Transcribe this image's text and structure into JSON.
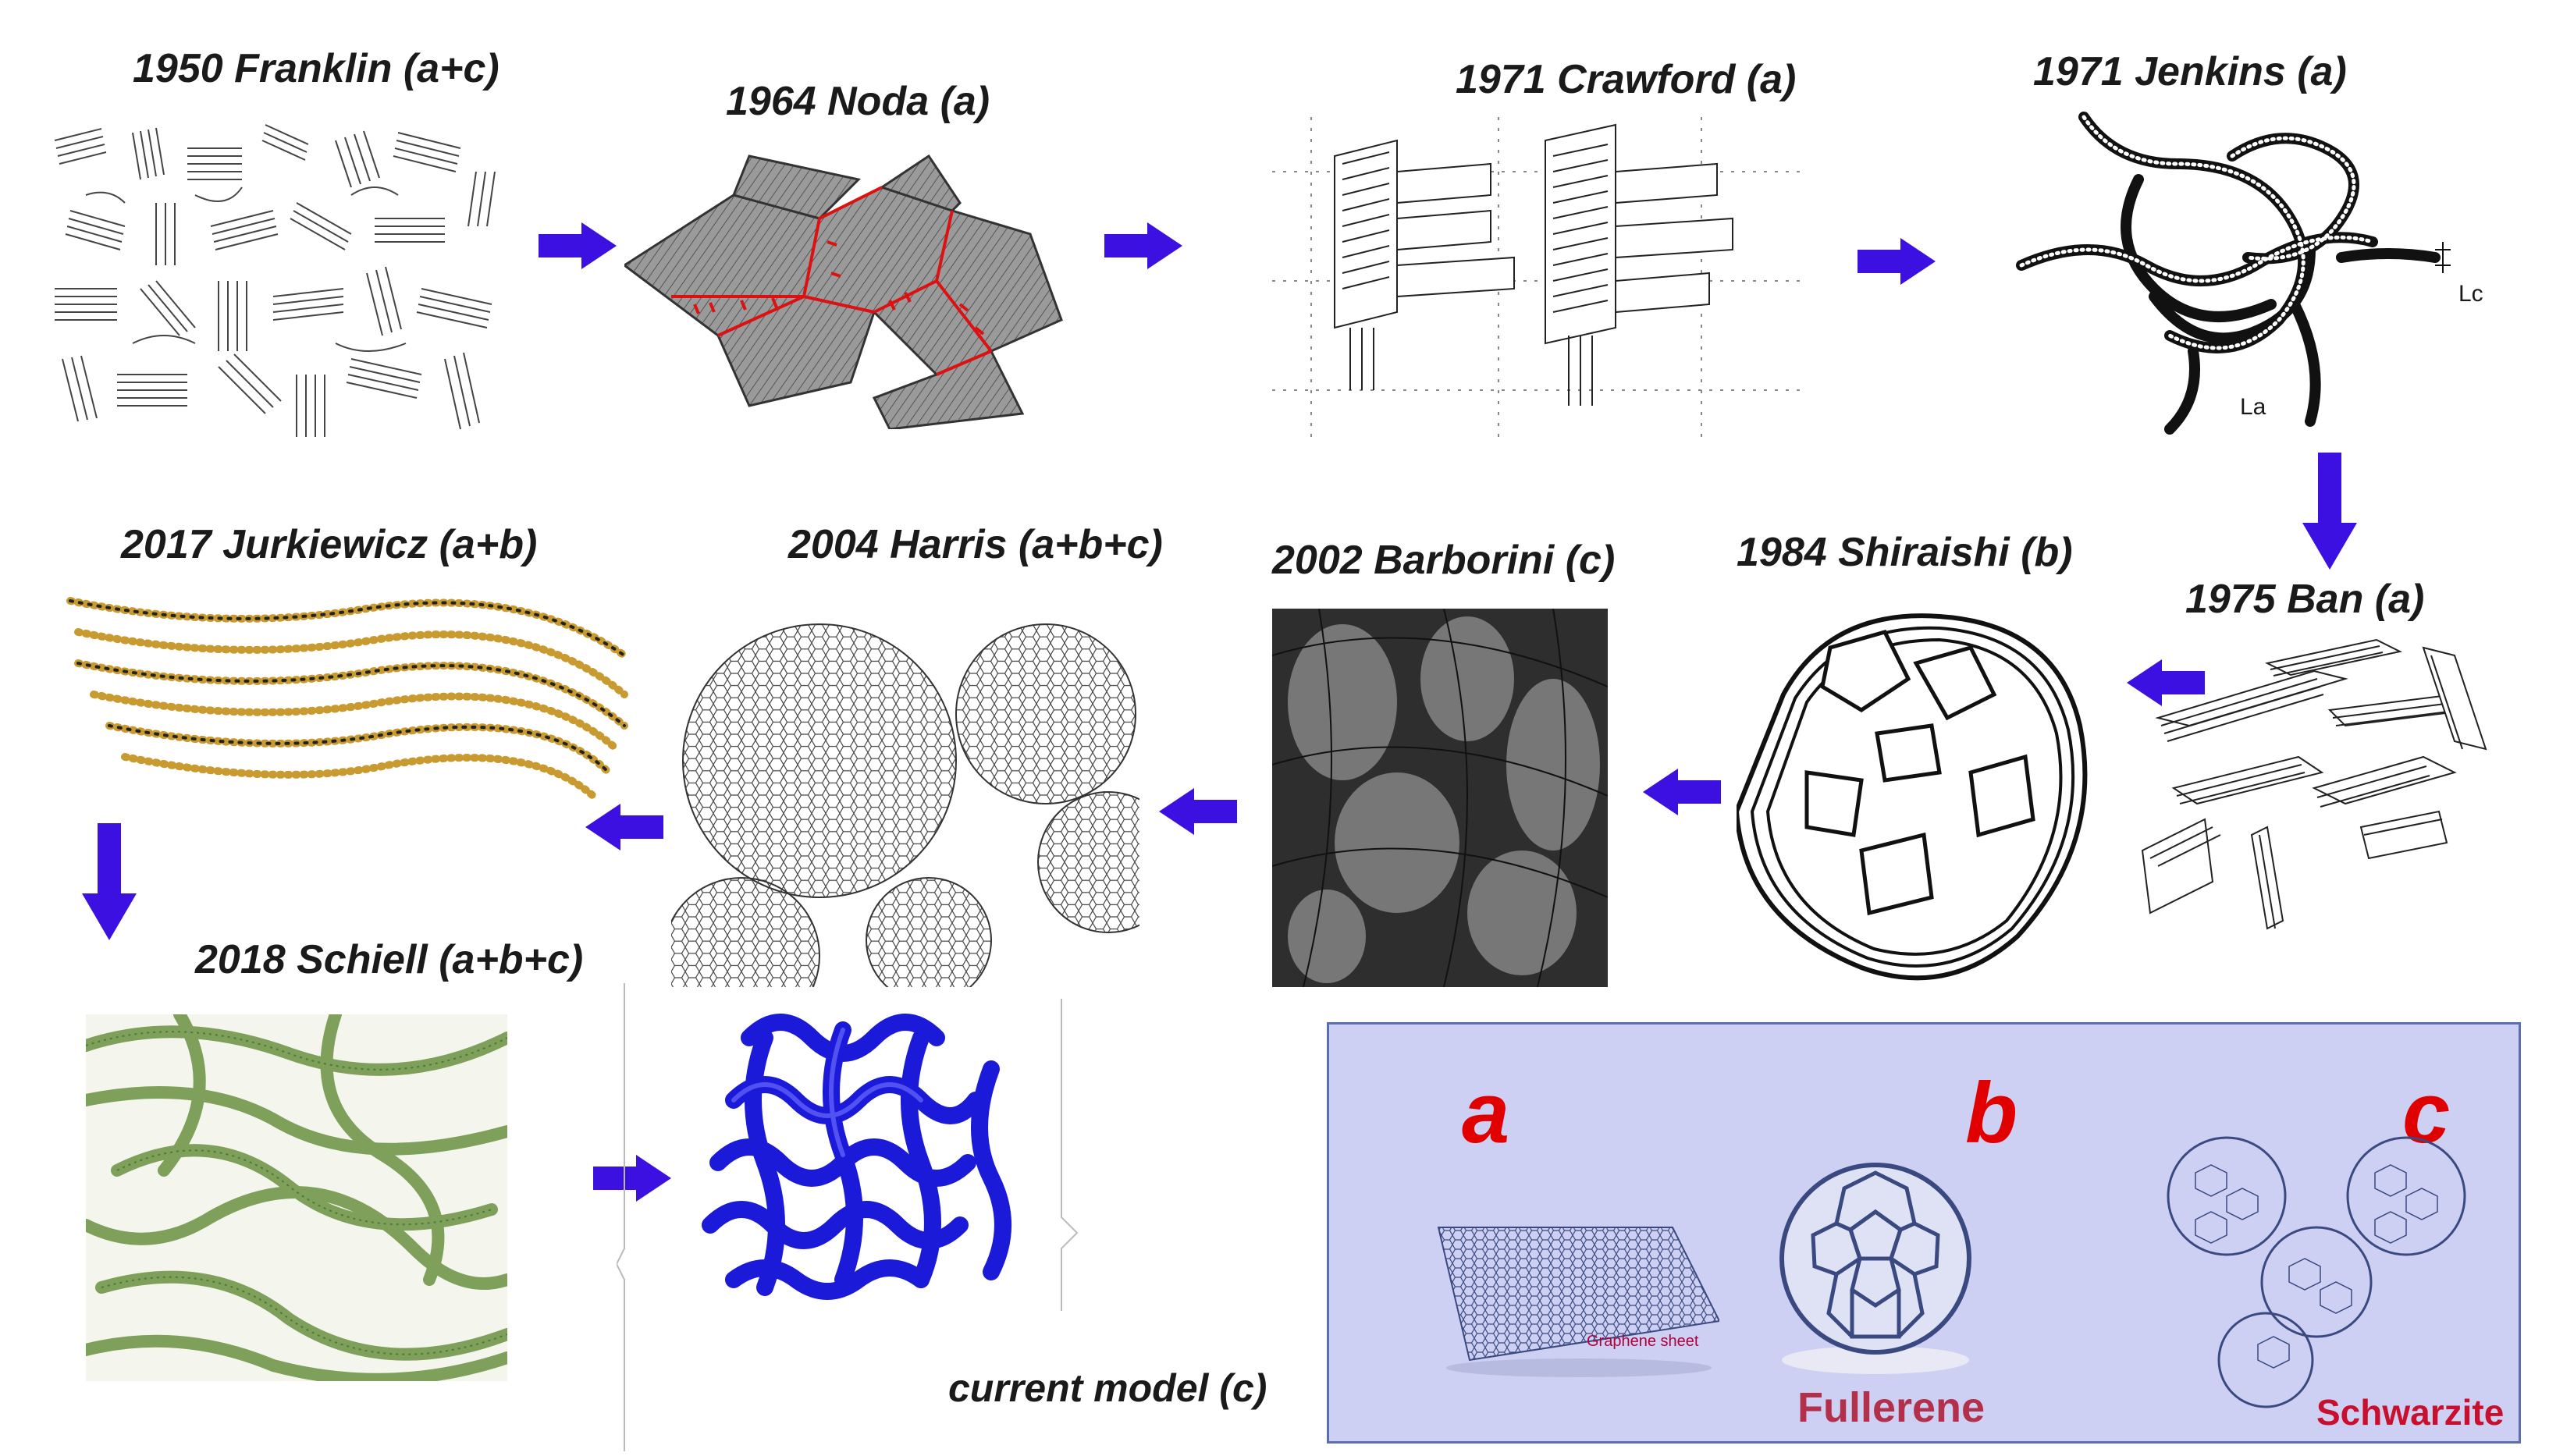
{
  "captions": {
    "franklin": "1950 Franklin (a+c)",
    "noda": "1964 Noda (a)",
    "crawford": "1971 Crawford (a)",
    "jenkins": "1971 Jenkins (a)",
    "ban": "1975 Ban (a)",
    "shiraishi": "1984 Shiraishi (b)",
    "barborini": "2002 Barborini (c)",
    "harris": "2004 Harris (a+b+c)",
    "jurkiewicz": "2017 Jurkiewicz (a+b)",
    "schiell": "2018 Schiell (a+b+c)",
    "current": "current model (c)"
  },
  "jenkins_labels": {
    "lc": "Lc",
    "la": "La"
  },
  "legend": {
    "letter_a": "a",
    "letter_b": "b",
    "letter_c": "c",
    "graphene": "Graphene sheet",
    "fullerene": "Fullerene",
    "schwarzite": "Schwarzite"
  },
  "colors": {
    "arrow": "#3b10e0",
    "legend_bg": "#cdd0f3",
    "legend_border": "#5b6fb0",
    "letter": "#e00000",
    "noda_red": "#dd1111",
    "current_model_blue": "#1a1ad8",
    "schiell_green": "#7ea05a"
  },
  "icons": [
    "arrow-right",
    "arrow-left",
    "arrow-down"
  ]
}
